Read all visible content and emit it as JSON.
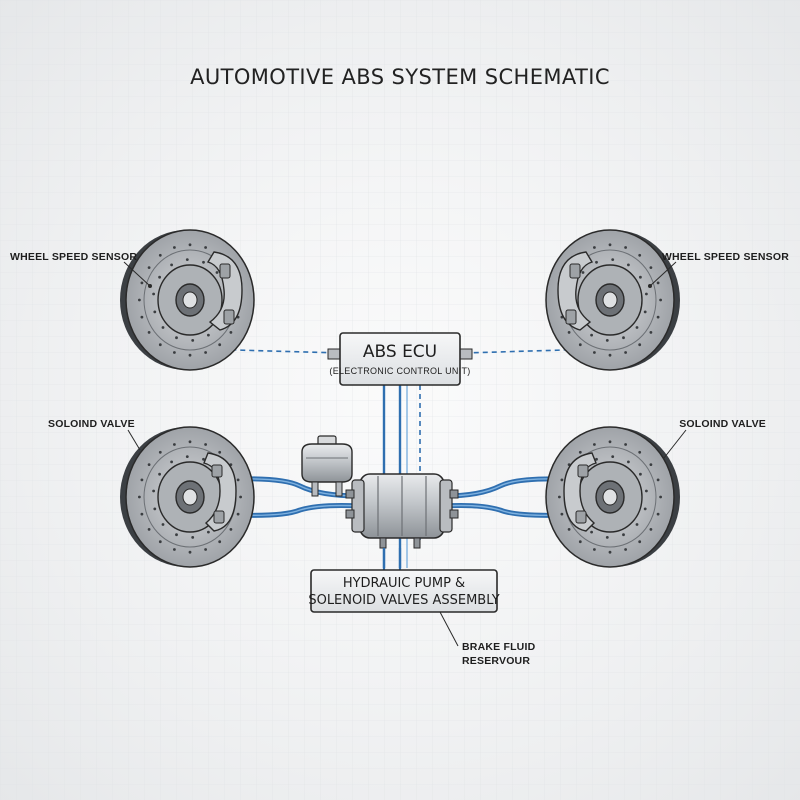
{
  "title": "AUTOMOTIVE ABS SYSTEM SCHEMATIC",
  "labels": {
    "sensor_left": "WHEEL SPEED SENSOR",
    "sensor_right": "WHEEL SPEED SENSOR",
    "valve_left": "SOLOIND VALVE",
    "valve_right": "SOLOIND VALVE",
    "reservoir_line1": "BRAKE FLUID",
    "reservoir_line2": "RESERVOUR"
  },
  "ecu": {
    "title": "ABS ECU",
    "subtitle": "(ELECTRONIC CONTROL UNIT)"
  },
  "pump": {
    "line1": "HYDRAUIC PUMP &",
    "line2": "SOLENOID VALVES ASSEMBLY"
  },
  "colors": {
    "background": "#f2f3f4",
    "grid": "#dadde0",
    "brake_line": "#2f6fb0",
    "brake_line_highlight": "#7fb2e0",
    "sensor_wire": "#2f6fb0",
    "disc": "#8d9196",
    "metal": "#c9ccd0",
    "outline": "#2a2a2a"
  },
  "icons": [
    "brake-disc-icon",
    "caliper-icon",
    "pump-icon",
    "reservoir-icon"
  ]
}
